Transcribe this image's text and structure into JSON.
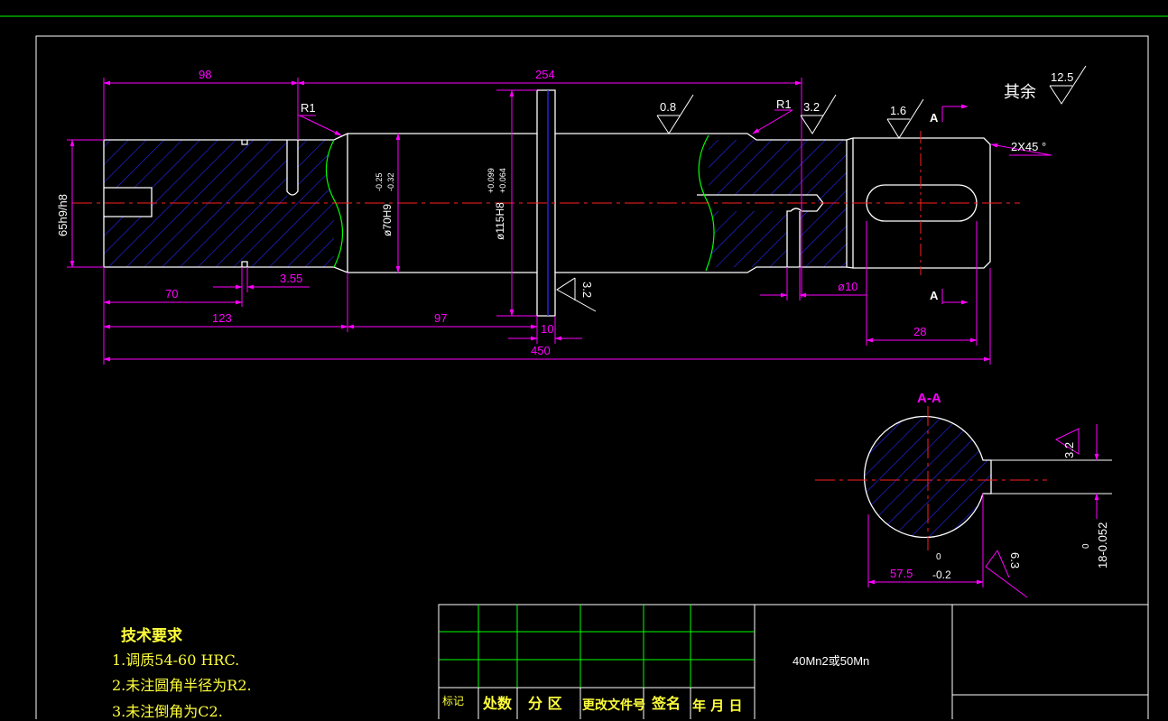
{
  "drawing": {
    "dims": {
      "d98": "98",
      "d254": "254",
      "r1a": "R1",
      "r1b": "R1",
      "s08": "0.8",
      "s32a": "3.2",
      "s16": "1.6",
      "s125": "12.5",
      "rest": "其余",
      "cham": "2X45 °",
      "secA_top": "A",
      "secA_bot": "A",
      "dia65": "65h9/h8",
      "dia70": "ø70H9",
      "dia70_tol_up": "-0.25",
      "dia70_tol_dn": "-0.32",
      "dia115": "ø115H8",
      "dia115_tol_up": "+0.099",
      "dia115_tol_dn": "+0.064",
      "d355": "3.55",
      "d70": "70",
      "d123": "123",
      "d97": "97",
      "d10": "10",
      "d450": "450",
      "s32b": "3.2",
      "phi10": "ø10",
      "d28": "28",
      "secAA": "A-A",
      "s32c": "3.2",
      "kw": "18-0.052",
      "kw0": "0",
      "s63": "6.3",
      "d575": "57.5",
      "d575tol": "-0.2",
      "d575tol0": "0"
    },
    "tech_title": "技术要求",
    "tech_items": [
      "1.调质54-60 HRC.",
      "2.未注圆角半径为R2.",
      "3.未注倒角为C2."
    ],
    "title_block": {
      "headers": [
        "标记",
        "处数",
        "分 区",
        "更改文件号",
        "签名",
        "年 月 日"
      ],
      "material": "40Mn2或50Mn"
    },
    "colors": {
      "outline": "#ffffff",
      "dim": "#ff00ff",
      "center": "#ff2020",
      "hatch": "#2828ff",
      "break": "#00ff00",
      "green_frame": "#00ff00",
      "note": "#ffff3b"
    }
  }
}
